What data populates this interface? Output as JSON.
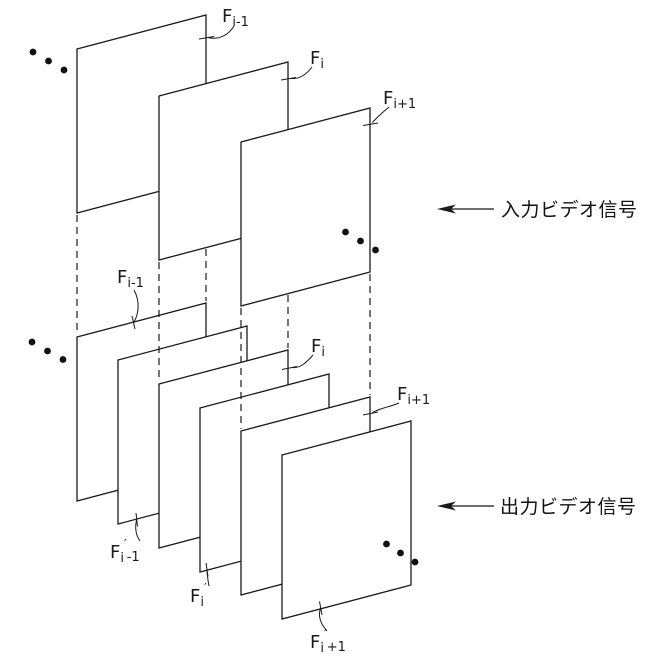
{
  "figure": {
    "kind": "patent-line-drawing",
    "subject": "video frame-rate conversion: input frame sequence mapped to double-rate output frame sequence"
  },
  "annotations": {
    "input_signal": "入力ビデオ信号",
    "output_signal": "出力ビデオ信号"
  },
  "frames": {
    "input": [
      {
        "base": "F",
        "sub": "i-1"
      },
      {
        "base": "F",
        "sub": "i"
      },
      {
        "base": "F",
        "sub": "i+1"
      }
    ],
    "output": [
      {
        "base": "F",
        "sub": "i-1"
      },
      {
        "base": "F",
        "sub": "i"
      },
      {
        "base": "F",
        "sub": "i+1"
      }
    ],
    "output_prime": [
      {
        "base": "F",
        "sub": "i",
        "prime": "′",
        "sub2": "-1"
      },
      {
        "base": "F",
        "sub": "i",
        "prime": "′",
        "sub2": ""
      },
      {
        "base": "F",
        "sub": "i",
        "prime": "′",
        "sub2": "+1"
      }
    ]
  },
  "decorations": {
    "ellipsis_icon": "ellipsis-dots",
    "dots_per_group": 3,
    "groups": [
      "input-left",
      "input-right",
      "output-left",
      "output-right"
    ]
  },
  "colors": {
    "line": "#1a1a1a",
    "background": "#ffffff"
  }
}
